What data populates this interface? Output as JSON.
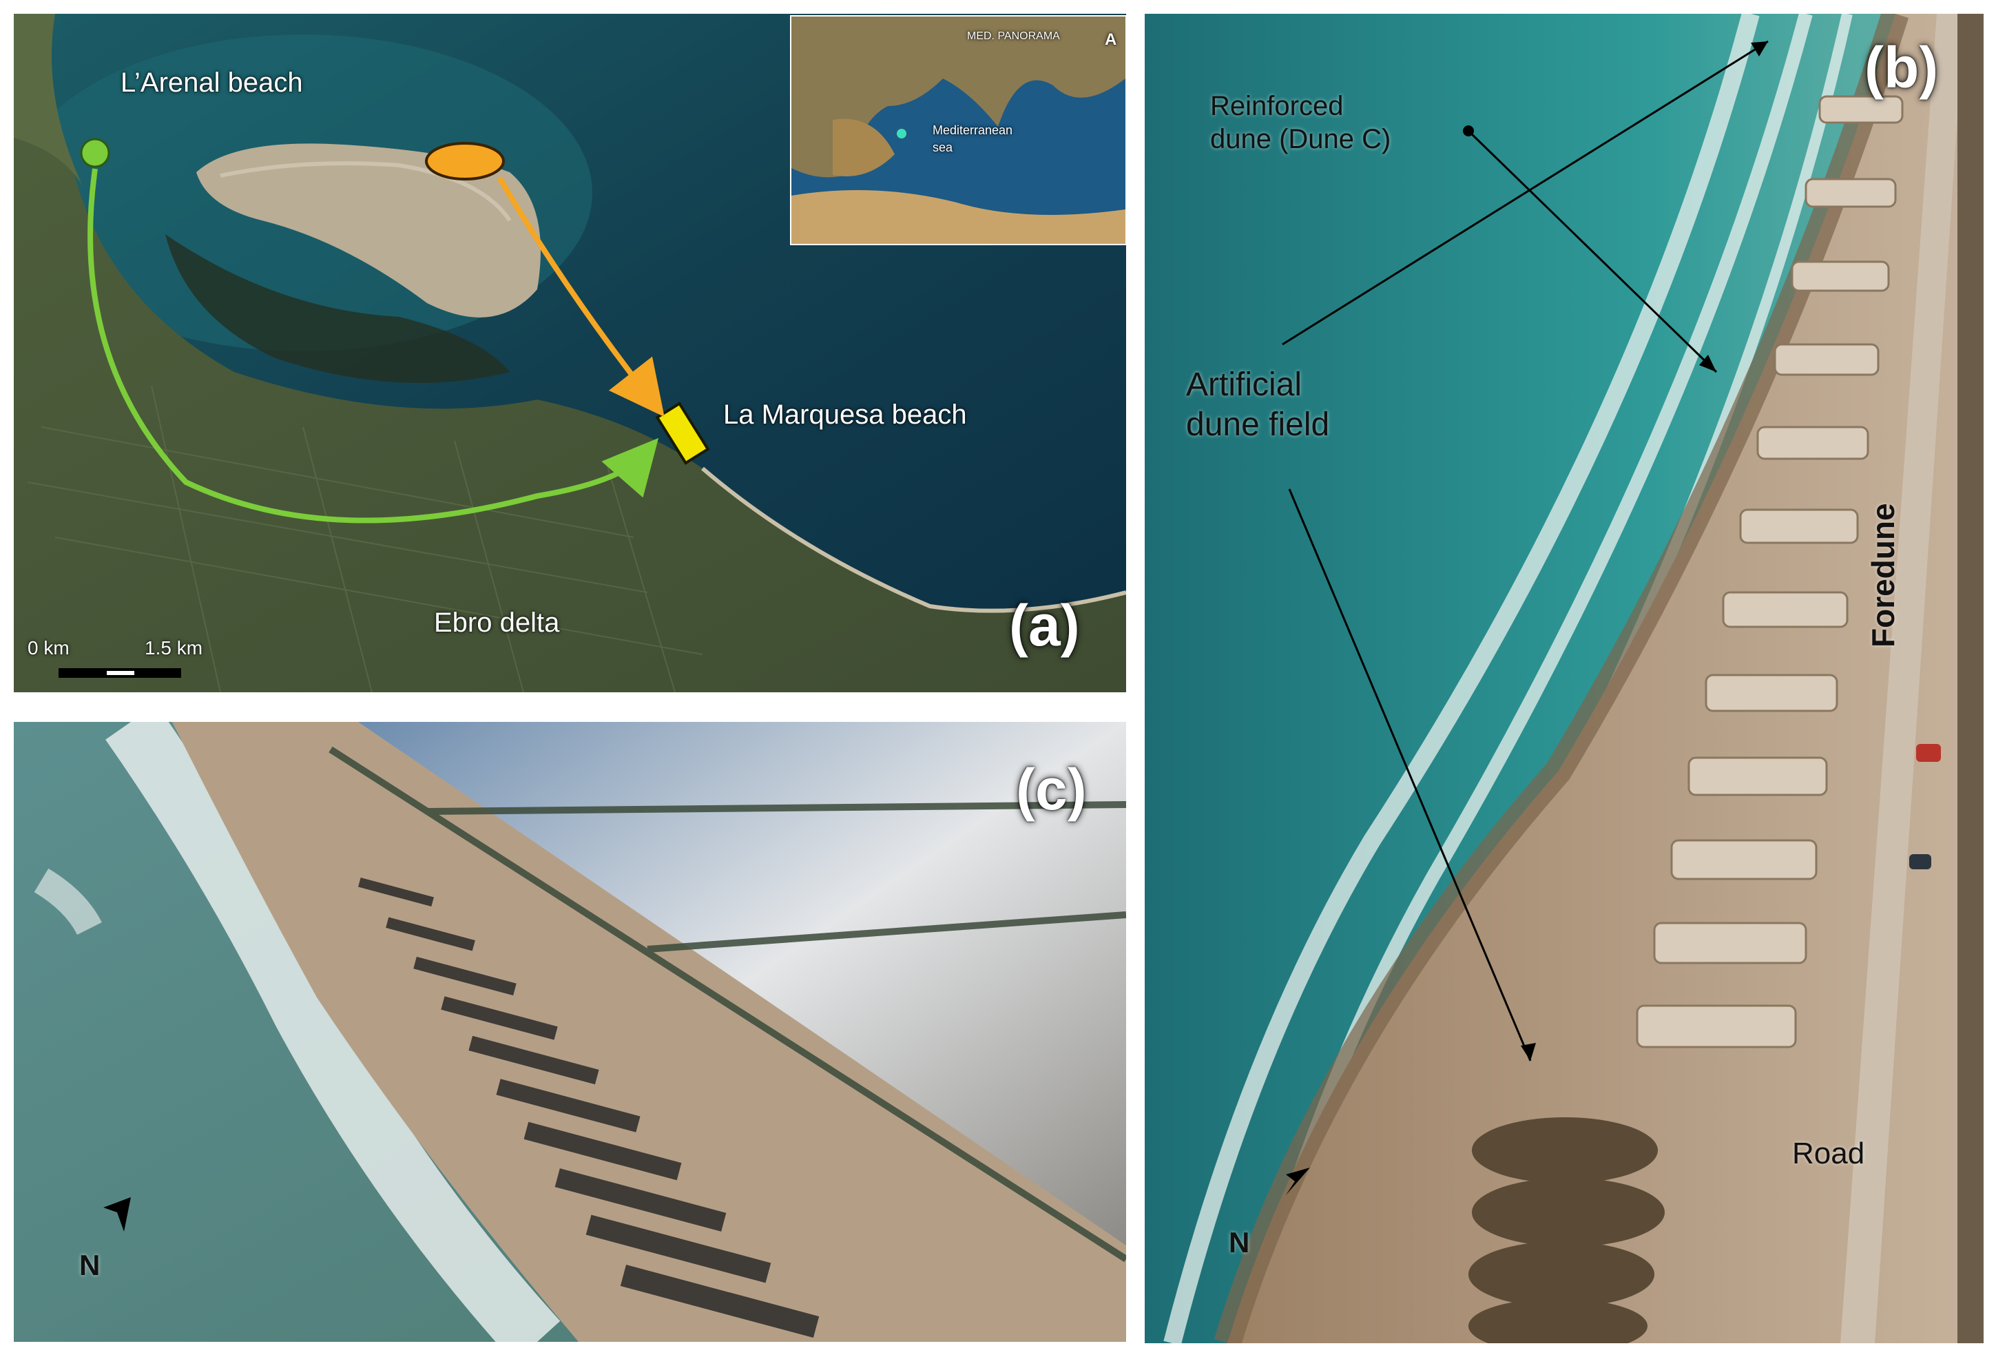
{
  "panel_a": {
    "letter": "(a)",
    "labels": {
      "arenal": "L’Arenal beach",
      "marquesa": "La Marquesa beach",
      "ebro": "Ebro delta"
    },
    "inset": {
      "sea_label_1": "Mediterranean",
      "sea_label_2": "sea",
      "top_text": "MED. PANORAMA",
      "north_mark": "A"
    },
    "scale_bar": {
      "start": "0 km",
      "end": "1.5 km"
    },
    "colors": {
      "source_green": "#7ccd3a",
      "source_orange": "#f5a623",
      "target_yellow": "#f2e600"
    }
  },
  "panel_b": {
    "letter": "(b)",
    "labels": {
      "reinforced_line1": "Reinforced",
      "reinforced_line2": "dune (Dune C)",
      "artificial_line1": "Artificial",
      "artificial_line2": "dune field",
      "foredune": "Foredune",
      "road": "Road",
      "north": "N"
    }
  },
  "panel_c": {
    "letter": "(c)",
    "north": "N"
  }
}
